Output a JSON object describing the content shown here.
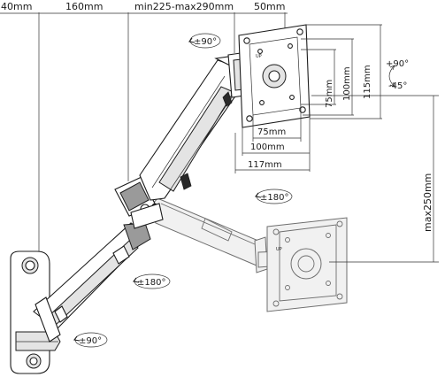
{
  "dimensions": {
    "wall_offset": "40mm",
    "lower_arm": "160mm",
    "upper_arm": "min225-max290mm",
    "plate_depth": "50mm",
    "vesa_v_75": "75mm",
    "vesa_v_100": "100mm",
    "plate_height": "115mm",
    "vesa_h_75": "75mm",
    "vesa_h_100": "100mm",
    "plate_width": "117mm",
    "max_height": "max250mm"
  },
  "rotations": {
    "swivel_top": "±90°",
    "tilt_up": "+90°",
    "tilt_down": "-45°",
    "rotate_screen": "±180°",
    "rotate_arm": "±180°",
    "rotate_base": "±90°"
  },
  "markings": {
    "up_main": "UP",
    "up_ghost": "UP"
  }
}
